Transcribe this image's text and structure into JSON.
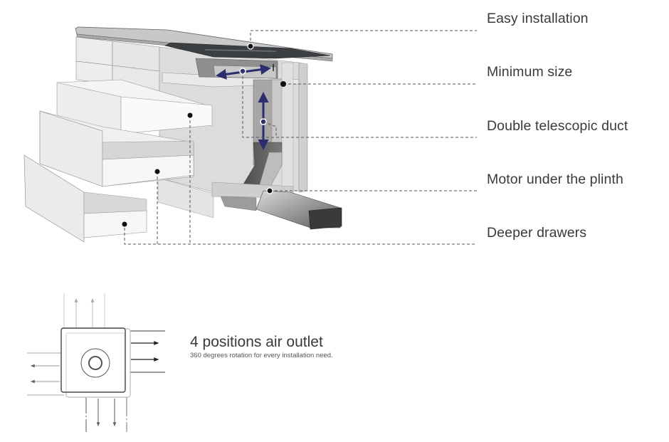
{
  "features": [
    {
      "id": "easy-installation",
      "label": "Easy installation"
    },
    {
      "id": "minimum-size",
      "label": "Minimum size"
    },
    {
      "id": "double-telescopic-duct",
      "label": "Double telescopic duct"
    },
    {
      "id": "motor-under-plinth",
      "label": "Motor under the plinth"
    },
    {
      "id": "deeper-drawers",
      "label": "Deeper drawers"
    }
  ],
  "outlet": {
    "title": "4 positions air outlet",
    "subtitle": "360 degrees rotation for every installation need.",
    "positions": [
      "up",
      "left",
      "right",
      "down"
    ]
  },
  "colors": {
    "arrow_accent": "#2b2d6e",
    "leader_line": "#555555",
    "label_text": "#3a3a3a",
    "hob_glass": "#3b3e42",
    "duct_metal": "#8a8a8a"
  }
}
